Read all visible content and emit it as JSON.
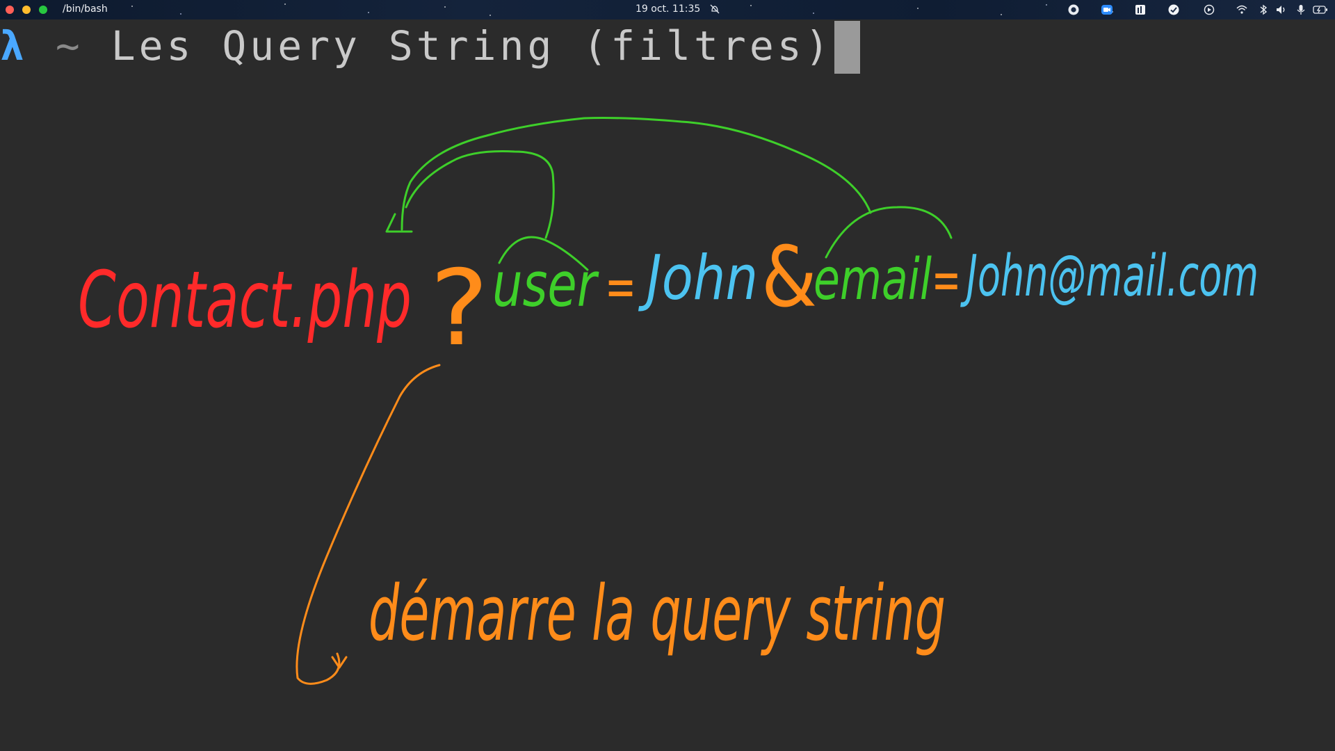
{
  "menubar": {
    "window_title": "/bin/bash",
    "clock": "19 oct.  11:35",
    "icons": [
      "do-not-disturb-off-icon",
      "screen-record-icon",
      "zoom-icon",
      "stats-icon",
      "checkmark-icon",
      "settings-icon",
      "wifi-icon",
      "bluetooth-icon",
      "volume-icon",
      "microphone-icon",
      "battery-icon"
    ]
  },
  "terminal": {
    "prompt_symbol": "λ",
    "cwd": "~",
    "command": "Les Query String (filtres)"
  },
  "annotations": {
    "colors": {
      "red": "#ff2a2a",
      "orange": "#ff8c1a",
      "green": "#3ecf2a",
      "blue": "#4cc3f0"
    },
    "page": "Contact.php",
    "separator": "?",
    "param1_key": "user",
    "eq1": "=",
    "param1_value": "John",
    "ampersand": "&",
    "param2_key": "email",
    "eq2": "=",
    "param2_value": "John@mail.com",
    "note": "démarre la query string"
  }
}
